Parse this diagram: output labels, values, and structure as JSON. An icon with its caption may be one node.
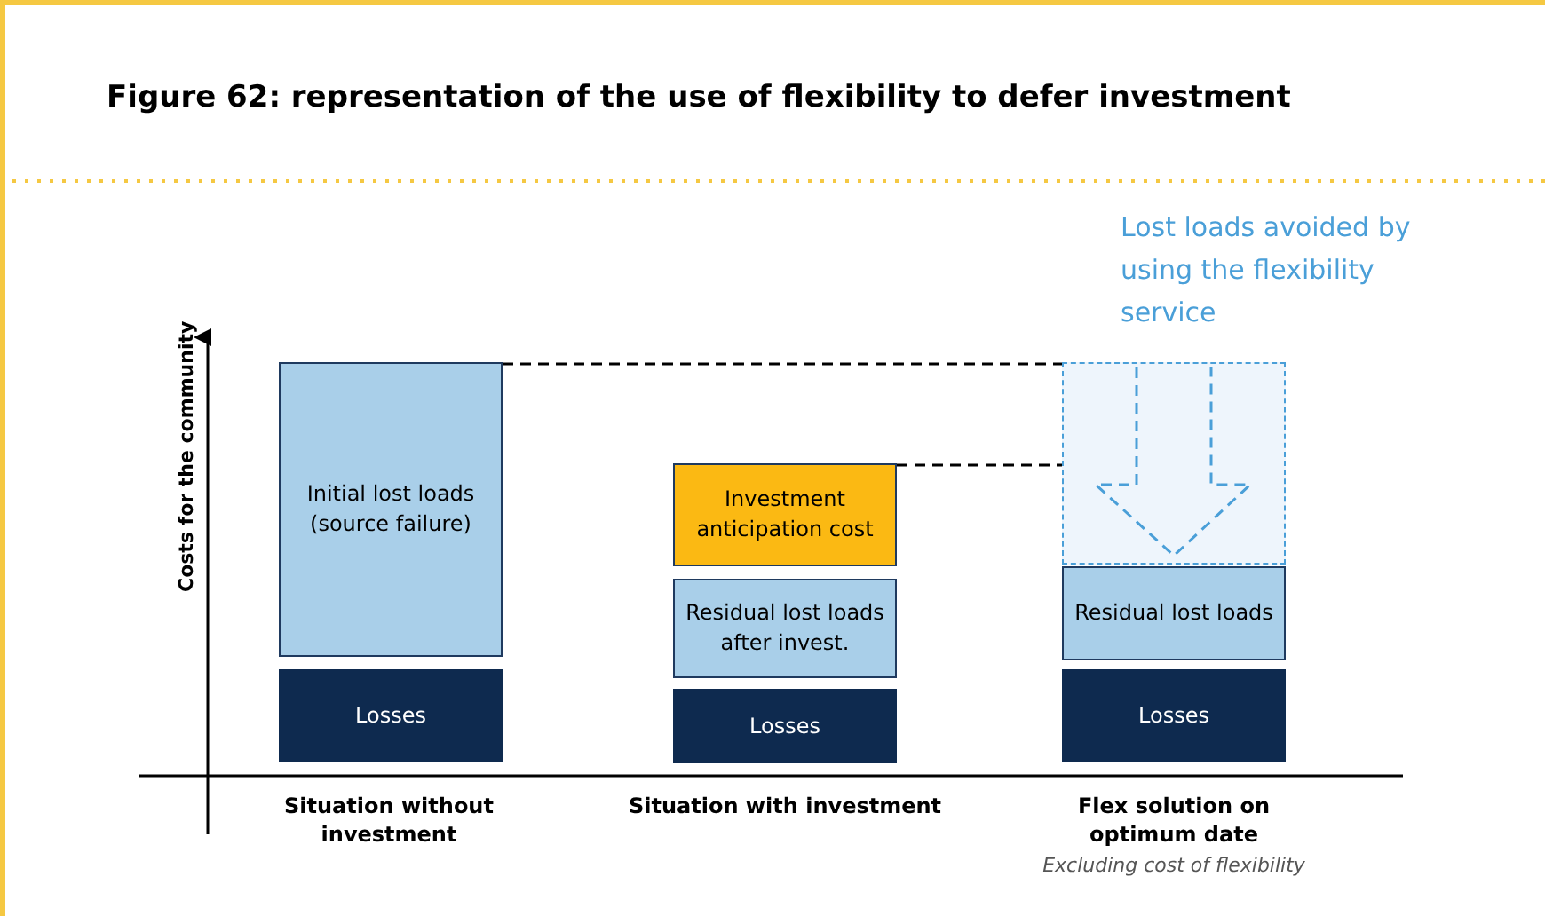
{
  "diagram": {
    "title": "Figure 62: representation of the use of flexibility to defer investment",
    "nodes": [
      {
        "text": [
          "Initial lost loads (source failure)"
        ]
      },
      {
        "text": [
          "Losses"
        ]
      },
      {
        "text": [
          "Investment anticipation cost"
        ]
      },
      {
        "text": [
          "Residual lost loads after invest."
        ]
      },
      {
        "text": [
          "Losses"
        ]
      },
      {
        "text": [],
        "shape": "box"
      },
      {
        "text": [
          "Residual lost loads"
        ]
      },
      {
        "text": [
          "Losses"
        ]
      }
    ],
    "edges": [
      {
        "from": 0,
        "to": 5,
        "arrow": "none",
        "style": "dashed"
      },
      {
        "from": 2,
        "to": 5,
        "arrow": "none",
        "style": "dashed"
      }
    ],
    "labels": [
      "Lost loads avoided by using the flexibility service",
      "Costs for the community",
      "Situation without investment",
      "Situation with investment",
      "Flex solution on optimum date",
      "Excluding cost of flexibility"
    ]
  }
}
